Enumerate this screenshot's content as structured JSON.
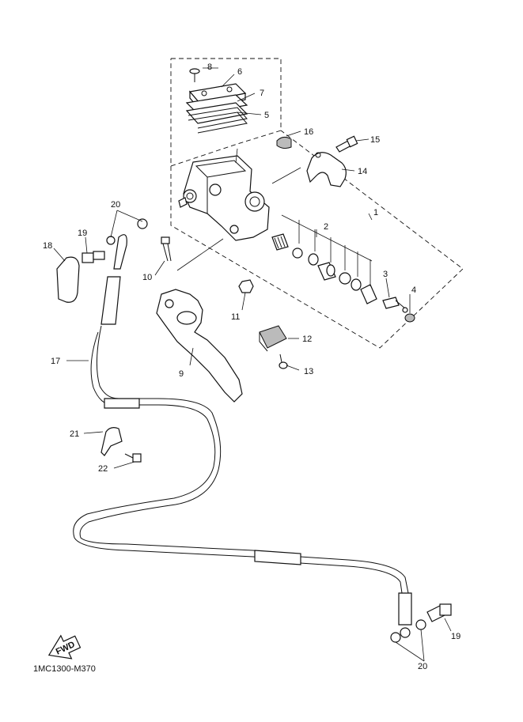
{
  "diagram": {
    "code": "1MC1300-M370",
    "fwd_label": "FWD",
    "callouts": [
      "1",
      "2",
      "3",
      "4",
      "5",
      "6",
      "7",
      "8",
      "9",
      "10",
      "11",
      "12",
      "13",
      "14",
      "15",
      "16",
      "17",
      "18",
      "19",
      "19",
      "20",
      "20",
      "21",
      "22"
    ]
  }
}
